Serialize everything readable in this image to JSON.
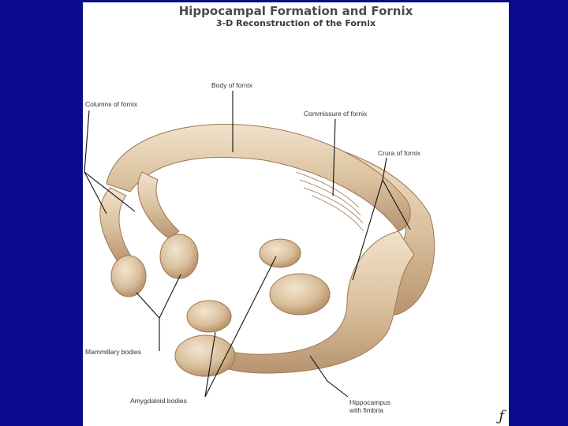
{
  "title": "Hippocampal Formation and Fornix",
  "subtitle": "3-D Reconstruction of the Fornix",
  "labels": {
    "body_of_fornix": "Body of fornix",
    "columns_of_fornix": "Columns of fornix",
    "commissure_of_fornix": "Commissure of fornix",
    "crura_of_fornix": "Crura of fornix",
    "mammillary_bodies": "Mammillary bodies",
    "amygdaloid_bodies": "Amygdaloid bodies",
    "hippocampus_line1": "Hippocampus",
    "hippocampus_line2": "with fimbria"
  },
  "colors": {
    "background": "#0a0a8c",
    "tissue": "#dcc3a0",
    "tissue_shadow": "#b58f66",
    "tissue_highlight": "#f3e6d2"
  }
}
